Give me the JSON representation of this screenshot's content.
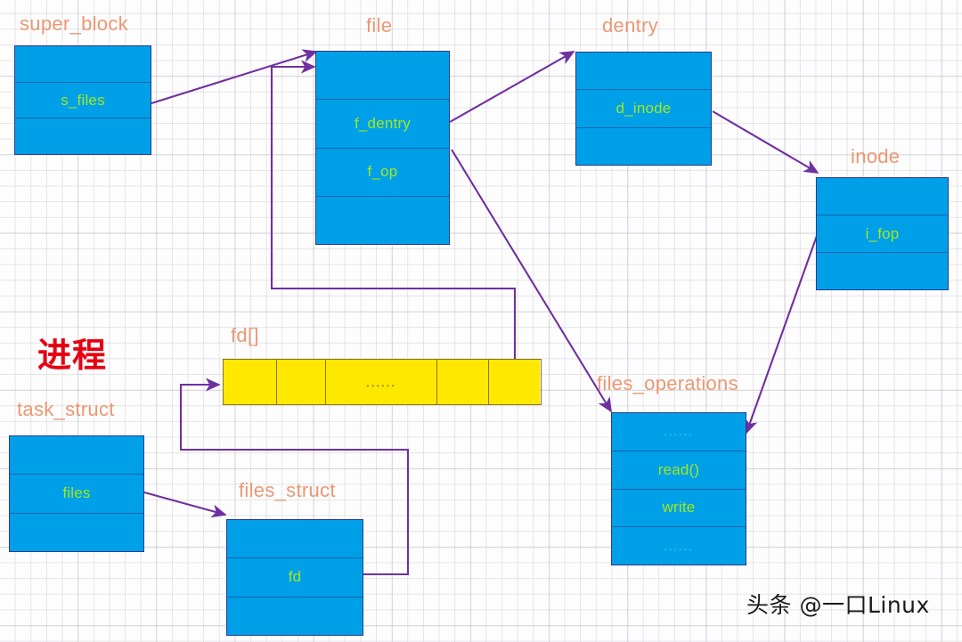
{
  "diagram": {
    "title_note": "Linux VFS file structure relationship diagram",
    "watermark": "头条 @一口Linux",
    "process_label": "进程",
    "colors": {
      "struct_fill": "#00a0e9",
      "struct_border": "#2b3a8f",
      "field_text": "#a3e817",
      "dots_text": "#4ad6f5",
      "caption_text": "#eb9873",
      "array_fill": "#ffe800",
      "array_border": "#8a7413",
      "arrow": "#7030a0",
      "process_text": "#e60012"
    }
  },
  "captions": {
    "super_block": "super_block",
    "file": "file",
    "dentry": "dentry",
    "inode": "inode",
    "fd_array": "fd[]",
    "task_struct": "task_struct",
    "files_struct": "files_struct",
    "files_operations": "files_operations"
  },
  "structs": {
    "super_block": {
      "rows": [
        "",
        "s_files",
        ""
      ]
    },
    "file": {
      "rows": [
        "",
        "f_dentry",
        "f_op",
        ""
      ]
    },
    "dentry": {
      "rows": [
        "",
        "d_inode",
        ""
      ]
    },
    "inode": {
      "rows": [
        "",
        "i_fop",
        ""
      ]
    },
    "task_struct": {
      "rows": [
        "",
        "files",
        ""
      ]
    },
    "files_struct": {
      "rows": [
        "",
        "fd",
        ""
      ]
    },
    "files_operations": {
      "rows": [
        "......",
        "read()",
        "write",
        "......"
      ]
    }
  },
  "fd_array": {
    "cells": [
      "",
      "",
      "......",
      "",
      ""
    ]
  },
  "connections": [
    {
      "from": "super_block.s_files",
      "to": "file",
      "style": "arrow"
    },
    {
      "from": "file.f_dentry",
      "to": "dentry",
      "style": "arrow"
    },
    {
      "from": "dentry.d_inode",
      "to": "inode",
      "style": "arrow"
    },
    {
      "from": "file.f_op",
      "to": "files_operations",
      "style": "arrow"
    },
    {
      "from": "inode.i_fop",
      "to": "files_operations",
      "style": "arrow"
    },
    {
      "from": "task_struct.files",
      "to": "files_struct",
      "style": "arrow"
    },
    {
      "from": "files_struct.fd",
      "to": "fd_array",
      "style": "elbow-arrow"
    },
    {
      "from": "fd_array",
      "to": "file",
      "style": "elbow-arrow"
    }
  ]
}
